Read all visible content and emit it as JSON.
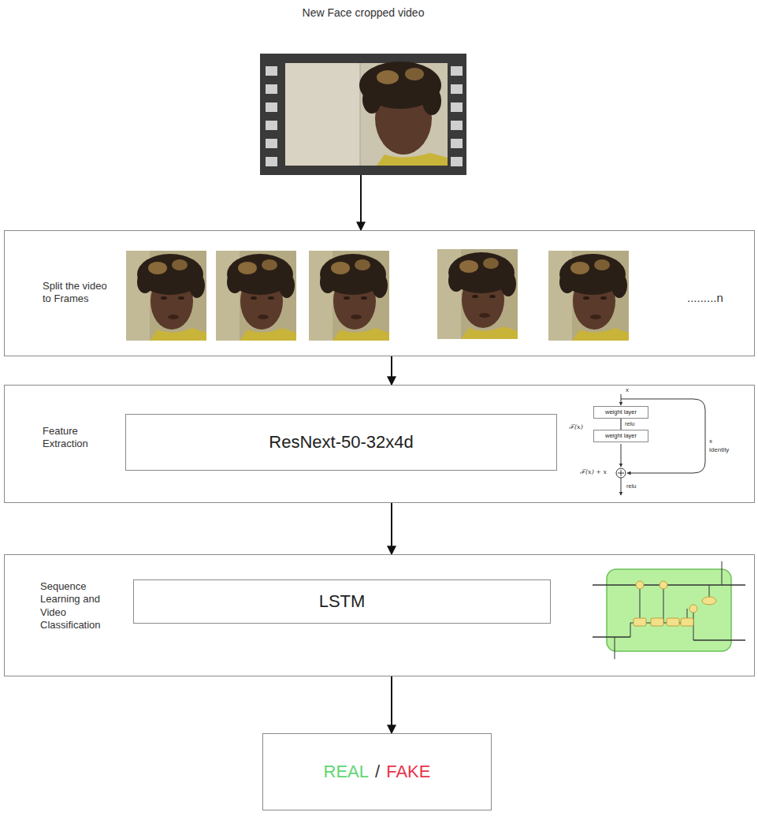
{
  "diagram": {
    "nodes": [
      {
        "text": [
          "New Face cropped video"
        ]
      },
      {
        "text": [
          "Split the video to Frames",
          ".........n"
        ]
      },
      {
        "text": [
          "Feature Extraction"
        ]
      },
      {
        "text": [
          "ResNext-50-32x4d"
        ],
        "in": 2
      },
      {
        "text": [
          "weight layer"
        ],
        "in": 2
      },
      {
        "text": [
          "weight layer"
        ],
        "in": 2
      },
      {
        "text": [
          "Sequence Learning and Video Classification"
        ]
      },
      {
        "text": [
          "LSTM"
        ],
        "in": 6
      },
      {
        "text": [
          "REAL",
          "/",
          "FAKE"
        ]
      }
    ],
    "edges": [
      {
        "from": 0,
        "to": 1,
        "arrow": "to"
      },
      {
        "from": 1,
        "to": 2,
        "arrow": "to"
      },
      {
        "from": 2,
        "to": 6,
        "arrow": "to"
      },
      {
        "from": 6,
        "to": 8,
        "arrow": "to"
      },
      {
        "from": 4,
        "to": 5,
        "label": "relu",
        "arrow": "none"
      }
    ],
    "labels": [
      "x",
      "ℱ(x)",
      "x",
      "identity",
      "ℱ(x) + x",
      "relu"
    ]
  }
}
